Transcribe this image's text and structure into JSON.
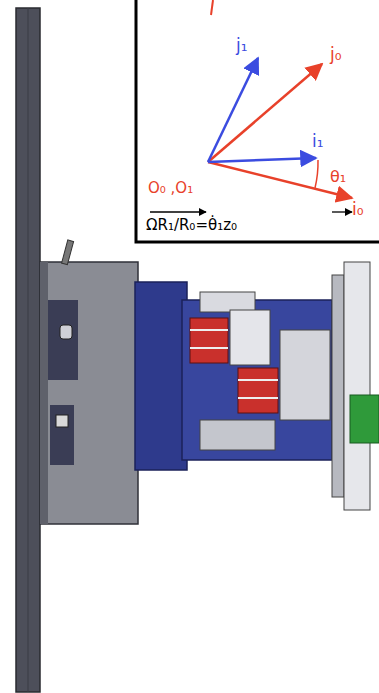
{
  "diagram": {
    "labels": [
      "j₁",
      "j₀",
      "i₁",
      "θ₁",
      "i₀",
      "O₀ ,O₁",
      "ΩR₁/R₀=θ̇₁z₀"
    ]
  }
}
